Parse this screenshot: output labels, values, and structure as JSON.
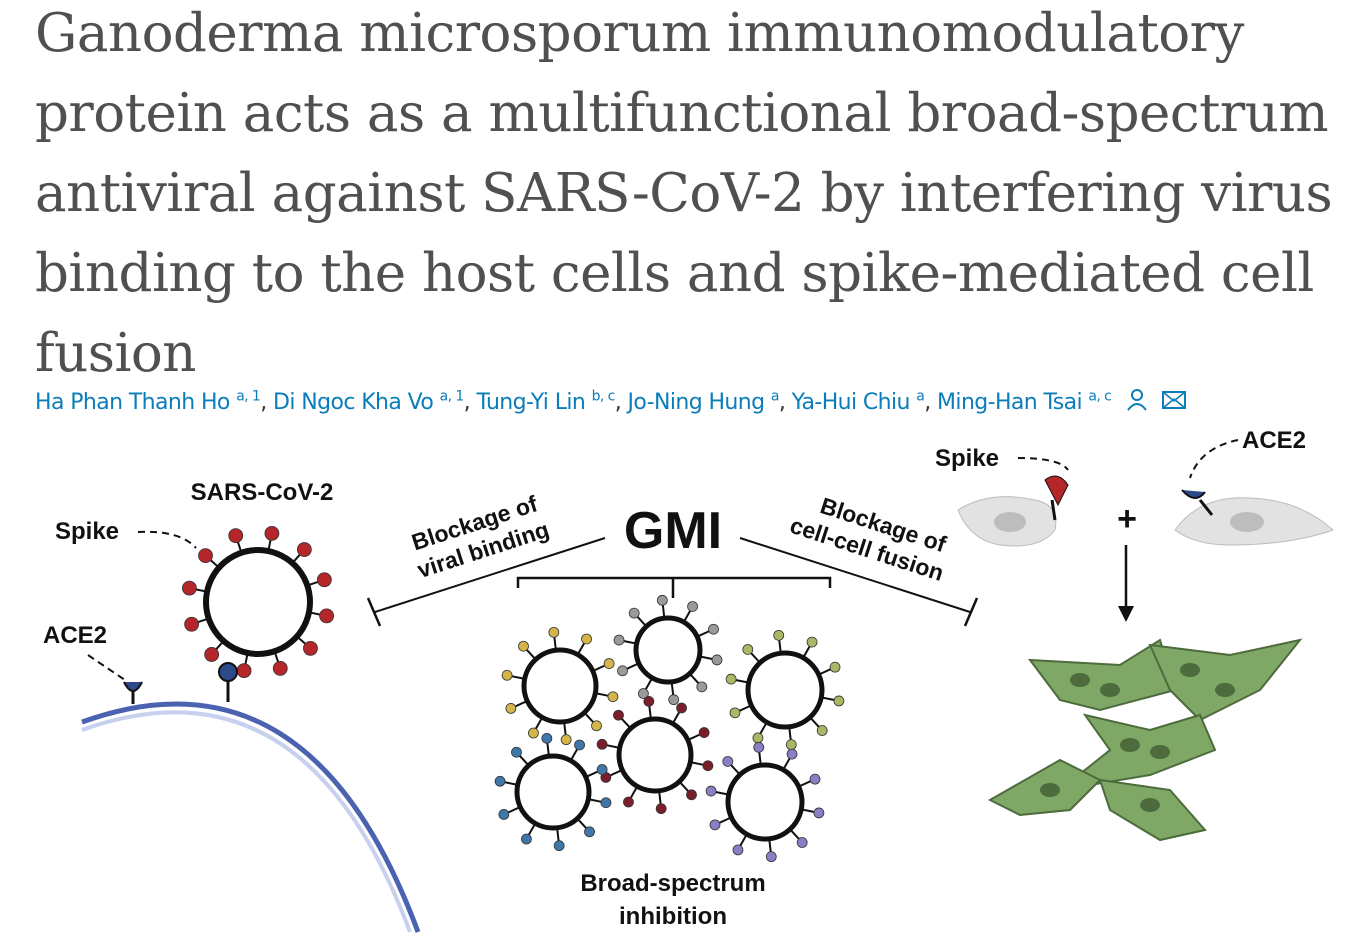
{
  "article": {
    "title": "Ganoderma microsporum immunomodulatory protein acts as a multifunctional broad-spectrum antiviral against SARS-CoV-2 by interfering virus binding to the host cells and spike-mediated cell fusion",
    "authors": [
      {
        "name": "Ha Phan Thanh Ho",
        "sup": "a, 1"
      },
      {
        "name": "Di Ngoc Kha Vo",
        "sup": "a, 1"
      },
      {
        "name": "Tung-Yi Lin",
        "sup": "b, c"
      },
      {
        "name": "Jo-Ning Hung",
        "sup": "a"
      },
      {
        "name": "Ya-Hui Chiu",
        "sup": "a"
      },
      {
        "name": "Ming-Han Tsai",
        "sup": "a, c"
      }
    ],
    "icons": [
      "person-icon",
      "envelope-icon"
    ]
  },
  "figure": {
    "sars_label": "SARS-CoV-2",
    "spike_label_left": "Spike",
    "ace2_label_left": "ACE2",
    "gmi_label": "GMI",
    "blockage_viral_1": "Blockage of",
    "blockage_viral_2": "viral binding",
    "blockage_fusion_1": "Blockage of",
    "blockage_fusion_2": "cell-cell fusion",
    "broad_1": "Broad-spectrum",
    "broad_2": "inhibition",
    "spike_label_right": "Spike",
    "ace2_label_right": "ACE2",
    "plus": "+",
    "colors": {
      "title": "#505050",
      "link": "#0c7dbb",
      "spike_red": "#b5262b",
      "membrane": "#4a62b0",
      "cell_green": "#7fa866"
    }
  }
}
